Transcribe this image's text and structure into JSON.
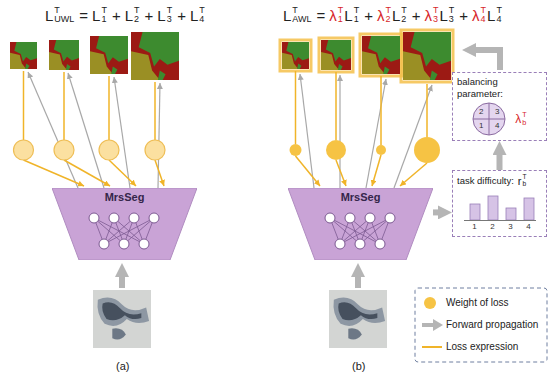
{
  "diagram": {
    "nodes": [
      {
        "text": [
          "MrsSeg"
        ]
      },
      {
        "text": [
          "MrsSeg"
        ]
      },
      {
        "text": [
          "task difficulty:",
          "r",
          "T",
          "b"
        ]
      },
      {
        "text": [
          "balancing parameter:",
          "λ",
          "T",
          "b"
        ]
      }
    ],
    "edges": [
      {
        "from": 1,
        "to": 2,
        "arrow": "to"
      },
      {
        "from": 2,
        "to": 3,
        "arrow": "to"
      }
    ],
    "labels": [
      "L",
      "T",
      "UWL",
      "=",
      "L",
      "T",
      "1",
      "+",
      "L",
      "T",
      "2",
      "+",
      "L",
      "T",
      "3",
      "+",
      "L",
      "T",
      "4",
      "L",
      "T",
      "AWL",
      "=",
      "λ",
      "T",
      "1",
      "L",
      "T",
      "1",
      "+",
      "λ",
      "T",
      "2",
      "L",
      "T",
      "2",
      "+",
      "λ",
      "T",
      "3",
      "L",
      "T",
      "3",
      "+",
      "λ",
      "T",
      "4",
      "L",
      "T",
      "4",
      "1",
      "2",
      "3",
      "4",
      "1",
      "2",
      "3",
      "4",
      "(a)",
      "(b)"
    ],
    "legend": [
      {
        "text": "Weight of loss",
        "color": "#f6c344"
      },
      {
        "text": "Forward propagation"
      },
      {
        "text": "Loss expression"
      }
    ]
  }
}
